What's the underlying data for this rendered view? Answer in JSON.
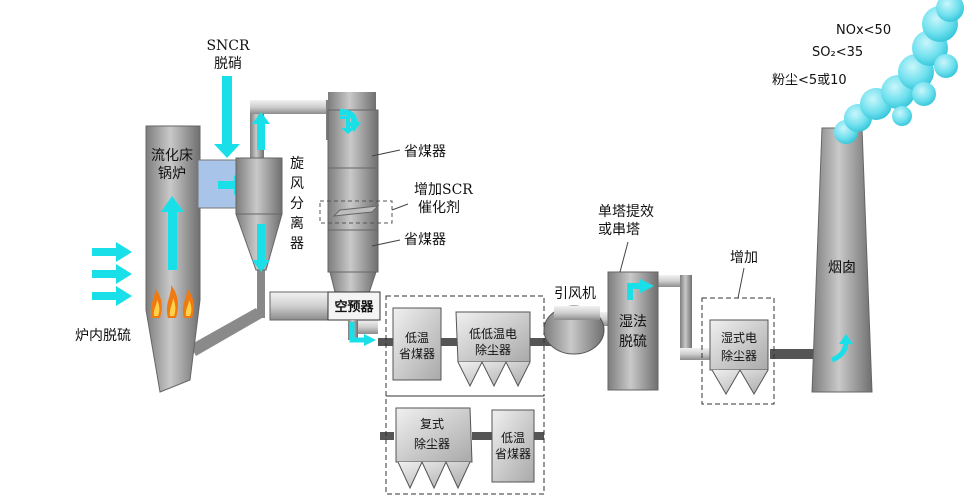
{
  "labels": {
    "sncr_line1": "SNCR",
    "sncr_line2": "脱硝",
    "boiler_line1": "流化床",
    "boiler_line2": "锅炉",
    "cyclone_c1": "旋",
    "cyclone_c2": "风",
    "cyclone_c3": "分",
    "cyclone_c4": "离",
    "cyclone_c5": "器",
    "furnace_desulf": "炉内脱硫",
    "economizer_top": "省煤器",
    "scr_line1": "增加SCR",
    "scr_line2": "催化剂",
    "economizer_bottom": "省煤器",
    "air_preheater": "空预器",
    "lt_econ1_line1": "低温",
    "lt_econ1_line2": "省煤器",
    "lt_esp_line1": "低低温电",
    "lt_esp_line2": "除尘器",
    "composite_line1": "复式",
    "composite_line2": "除尘器",
    "lt_econ2_line1": "低温",
    "lt_econ2_line2": "省煤器",
    "id_fan": "引风机",
    "tower_line1": "单塔提效",
    "tower_line2": "或串塔",
    "wet_desulf_line1": "湿法",
    "wet_desulf_line2": "脱硫",
    "add": "增加",
    "wet_esp_line1": "湿式电",
    "wet_esp_line2": "除尘器",
    "chimney": "烟囱",
    "nox": "NOx<50",
    "so2": "SO₂<35",
    "dust": "粉尘<5或10"
  },
  "colors": {
    "arrow": "#19e0e8",
    "equipment": "#9a9a9a",
    "equipment_light": "#d4d4d4",
    "duct": "#bfbfbf",
    "smoke": "#59d8e8",
    "flame": "#f07a10",
    "heat_box": "#a8c4e8"
  }
}
